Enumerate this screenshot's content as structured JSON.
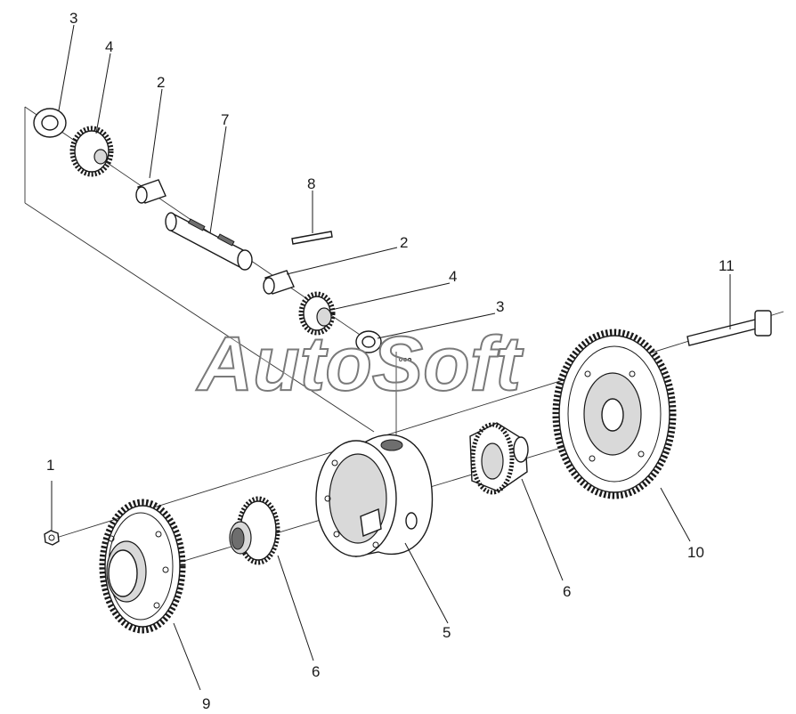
{
  "watermark": "AutoSoft",
  "callouts": {
    "c1": "1",
    "c2_top": "2",
    "c2_mid": "2",
    "c3_top": "3",
    "c3_mid": "3",
    "c4_top": "4",
    "c4_mid": "4",
    "c5": "5",
    "c6_left": "6",
    "c6_right": "6",
    "c7": "7",
    "c8": "8",
    "c9": "9",
    "c10": "10",
    "c11": "11"
  }
}
